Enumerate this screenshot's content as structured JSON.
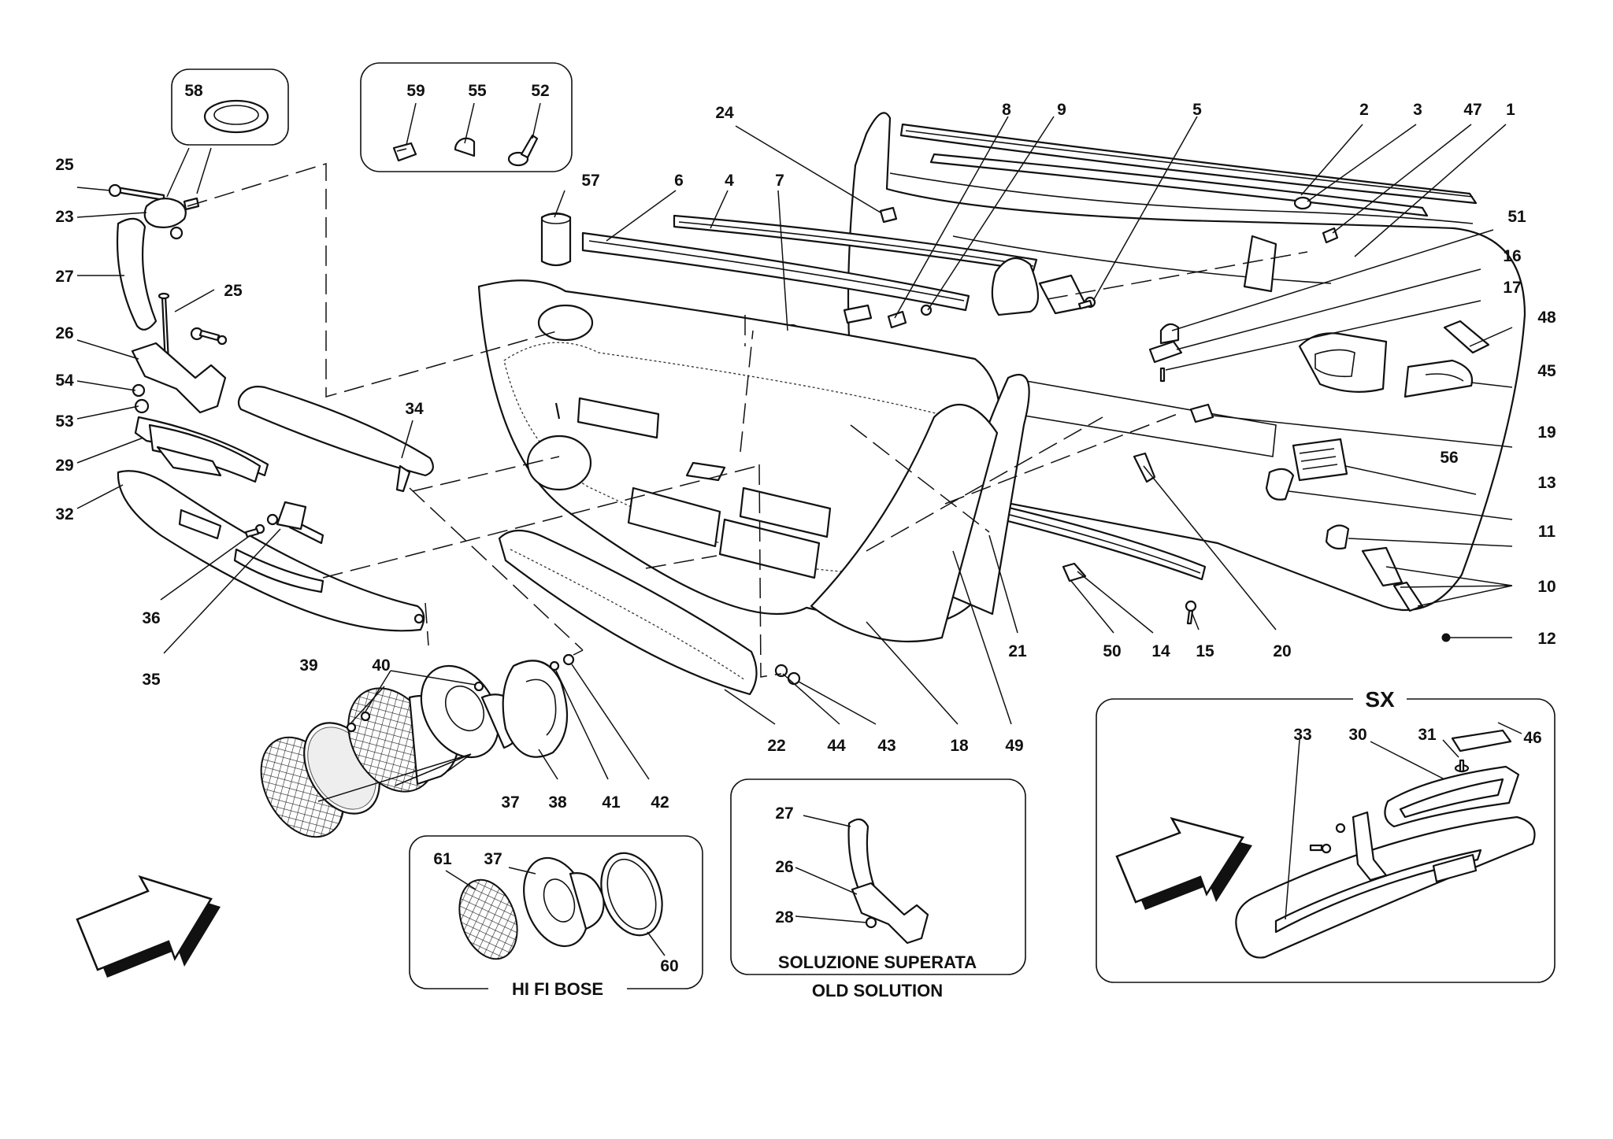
{
  "labels": {
    "l1": "1",
    "l2": "2",
    "l3": "3",
    "l4": "4",
    "l5": "5",
    "l6": "6",
    "l7": "7",
    "l8": "8",
    "l9": "9",
    "l10": "10",
    "l11": "11",
    "l12": "12",
    "l13": "13",
    "l14": "14",
    "l15": "15",
    "l16": "16",
    "l17": "17",
    "l18": "18",
    "l19": "19",
    "l20": "20",
    "l21": "21",
    "l22": "22",
    "l23": "23",
    "l24": "24",
    "l25a": "25",
    "l25b": "25",
    "l26": "26",
    "l27": "27",
    "l29": "29",
    "l32": "32",
    "l34": "34",
    "l35": "35",
    "l36": "36",
    "l37": "37",
    "l38": "38",
    "l39": "39",
    "l40": "40",
    "l41": "41",
    "l42": "42",
    "l43": "43",
    "l44": "44",
    "l45": "45",
    "l47": "47",
    "l48": "48",
    "l49": "49",
    "l50": "50",
    "l51": "51",
    "l53": "53",
    "l54": "54",
    "l56": "56",
    "l57": "57",
    "l58": "58",
    "l59": "59",
    "l55": "55",
    "l52": "52",
    "bose61": "61",
    "bose37": "37",
    "bose60": "60",
    "old27": "27",
    "old26": "26",
    "old28": "28",
    "sx33": "33",
    "sx30": "30",
    "sx31": "31",
    "sx46": "46"
  },
  "captions": {
    "hifi": "HI FI BOSE",
    "old_it": "SOLUZIONE SUPERATA",
    "old_en": "OLD SOLUTION",
    "sx": "SX"
  }
}
